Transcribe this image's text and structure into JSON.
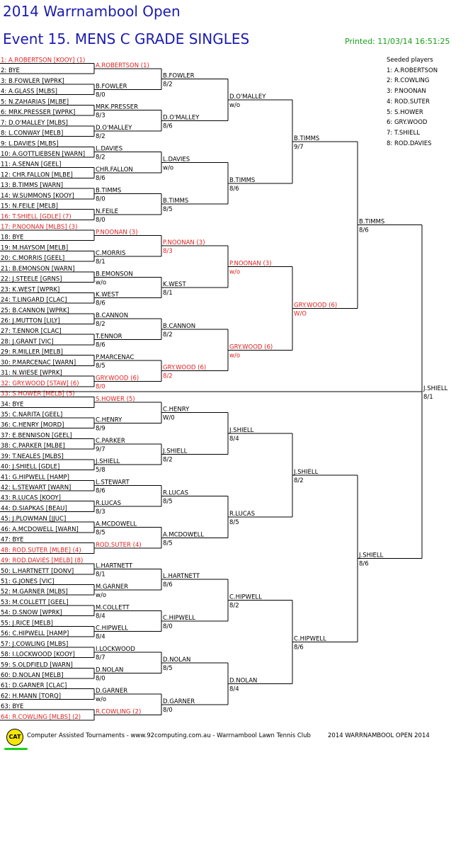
{
  "header": {
    "title": "2014 Warrnambool Open",
    "event": "Event 15. MENS C GRADE SINGLES",
    "printed": "Printed: 11/03/14 16:51:25"
  },
  "colors": {
    "title": "#1b1bb0",
    "seeded": "#e02020",
    "printed": "#18a018",
    "normal": "#000000"
  },
  "draw": [
    {
      "t": "1: A.ROBERTSON [KOOY] (1)",
      "s": 1
    },
    {
      "t": "2: BYE"
    },
    {
      "t": "3: B.FOWLER [WPRK]"
    },
    {
      "t": "4: A.GLASS [MLBS]"
    },
    {
      "t": "5: N.ZAHARIAS [MLBE]"
    },
    {
      "t": "6: MRK.PRESSER [WPRK]"
    },
    {
      "t": "7: D.O'MALLEY [MLBS]"
    },
    {
      "t": "8: L.CONWAY [MELB]"
    },
    {
      "t": "9: L.DAVIES [MLBS]"
    },
    {
      "t": "10: A.GOTTLIEBSEN [WARN]"
    },
    {
      "t": "11: A.SENAN [GEEL]"
    },
    {
      "t": "12: CHR.FALLON [MLBE]"
    },
    {
      "t": "13: B.TIMMS [WARN]"
    },
    {
      "t": "14: W.SUMMONS [KOOY]"
    },
    {
      "t": "15: N.FEILE [MELB]"
    },
    {
      "t": "16: T.SHIELL [GDLE] (7)",
      "s": 1
    },
    {
      "t": "17: P.NOONAN [MLBS] (3)",
      "s": 1
    },
    {
      "t": "18: BYE"
    },
    {
      "t": "19: M.HAYSOM [MELB]"
    },
    {
      "t": "20: C.MORRIS [GEEL]"
    },
    {
      "t": "21: B.EMONSON [WARN]"
    },
    {
      "t": "22: J.STEELE [GRNS]"
    },
    {
      "t": "23: K.WEST [WPRK]"
    },
    {
      "t": "24: T.LINGARD [CLAC]"
    },
    {
      "t": "25: B.CANNON [WPRK]"
    },
    {
      "t": "26: J.MUTTON [LILY]"
    },
    {
      "t": "27: T.ENNOR [CLAC]"
    },
    {
      "t": "28: J.GRANT [VIC]"
    },
    {
      "t": "29: R.MILLER [MELB]"
    },
    {
      "t": "30: P.MARCENAC [WARN]"
    },
    {
      "t": "31: N.WIESE [WPRK]"
    },
    {
      "t": "32: GRY.WOOD [STAW] (6)",
      "s": 1
    },
    {
      "t": "33: S.HOWER [MELB] (5)",
      "s": 1
    },
    {
      "t": "34: BYE"
    },
    {
      "t": "35: C.NARITA [GEEL]"
    },
    {
      "t": "36: C.HENRY [MORD]"
    },
    {
      "t": "37: E.BENNISON [GEEL]"
    },
    {
      "t": "38: C.PARKER [MLBE]"
    },
    {
      "t": "39: T.NEALES [MLBS]"
    },
    {
      "t": "40: J.SHIELL [GDLE]"
    },
    {
      "t": "41: G.HIPWELL [HAMP]"
    },
    {
      "t": "42: L.STEWART [WARN]"
    },
    {
      "t": "43: R.LUCAS [KOOY]"
    },
    {
      "t": "44: D.SIAPKAS [BEAU]"
    },
    {
      "t": "45: J.PLOWMAN [JJUC]"
    },
    {
      "t": "46: A.MCDOWELL [WARN]"
    },
    {
      "t": "47: BYE"
    },
    {
      "t": "48: ROD.SUTER [MLBE] (4)",
      "s": 1
    },
    {
      "t": "49: ROD.DAVIES [MELB] (8)",
      "s": 1
    },
    {
      "t": "50: L.HARTNETT [DONV]"
    },
    {
      "t": "51: G.JONES [VIC]"
    },
    {
      "t": "52: M.GARNER [MLBS]"
    },
    {
      "t": "53: M.COLLETT [GEEL]"
    },
    {
      "t": "54: D.SNOW [WPRK]"
    },
    {
      "t": "55: J.RICE [MELB]"
    },
    {
      "t": "56: C.HIPWELL [HAMP]"
    },
    {
      "t": "57: J.COWLING [MLBS]"
    },
    {
      "t": "58: I.LOCKWOOD [KOOY]"
    },
    {
      "t": "59: S.OLDFIELD [WARN]"
    },
    {
      "t": "60: D.NOLAN [MELB]"
    },
    {
      "t": "61: D.GARNER [CLAC]"
    },
    {
      "t": "62: H.MANN [TORQ]"
    },
    {
      "t": "63: BYE"
    },
    {
      "t": "64: R.COWLING [MLBS] (2)",
      "s": 1
    }
  ],
  "rounds": [
    [
      {
        "w": "A.ROBERTSON (1)",
        "sc": "",
        "s": 1
      },
      {
        "w": "B.FOWLER",
        "sc": "8/0"
      },
      {
        "w": "MRK.PRESSER",
        "sc": "8/3"
      },
      {
        "w": "D.O'MALLEY",
        "sc": "8/2"
      },
      {
        "w": "L.DAVIES",
        "sc": "8/2"
      },
      {
        "w": "CHR.FALLON",
        "sc": "8/6"
      },
      {
        "w": "B.TIMMS",
        "sc": "8/0"
      },
      {
        "w": "N.FEILE",
        "sc": "8/0"
      },
      {
        "w": "P.NOONAN (3)",
        "sc": "",
        "s": 1
      },
      {
        "w": "C.MORRIS",
        "sc": "8/1"
      },
      {
        "w": "B.EMONSON",
        "sc": "w/o"
      },
      {
        "w": "K.WEST",
        "sc": "8/6"
      },
      {
        "w": "B.CANNON",
        "sc": "8/2"
      },
      {
        "w": "T.ENNOR",
        "sc": "8/6"
      },
      {
        "w": "P.MARCENAC",
        "sc": "8/5"
      },
      {
        "w": "GRY.WOOD (6)",
        "sc": "8/0",
        "s": 1
      },
      {
        "w": "S.HOWER (5)",
        "sc": "",
        "s": 1
      },
      {
        "w": "C.HENRY",
        "sc": "8/9"
      },
      {
        "w": "C.PARKER",
        "sc": "9/7"
      },
      {
        "w": "J.SHIELL",
        "sc": "5/8"
      },
      {
        "w": "L.STEWART",
        "sc": "8/6"
      },
      {
        "w": "R.LUCAS",
        "sc": "8/3"
      },
      {
        "w": "A.MCDOWELL",
        "sc": "8/5"
      },
      {
        "w": "ROD.SUTER (4)",
        "sc": "",
        "s": 1
      },
      {
        "w": "L.HARTNETT",
        "sc": "8/1"
      },
      {
        "w": "M.GARNER",
        "sc": "w/o"
      },
      {
        "w": "M.COLLETT",
        "sc": "8/4"
      },
      {
        "w": "C.HIPWELL",
        "sc": "8/4"
      },
      {
        "w": "I.LOCKWOOD",
        "sc": "8/7"
      },
      {
        "w": "D.NOLAN",
        "sc": "8/0"
      },
      {
        "w": "D.GARNER",
        "sc": "w/o"
      },
      {
        "w": "R.COWLING (2)",
        "sc": "",
        "s": 1
      }
    ],
    [
      {
        "w": "B.FOWLER",
        "sc": "8/2"
      },
      {
        "w": "D.O'MALLEY",
        "sc": "8/6"
      },
      {
        "w": "L.DAVIES",
        "sc": "w/o"
      },
      {
        "w": "B.TIMMS",
        "sc": "8/5"
      },
      {
        "w": "P.NOONAN (3)",
        "sc": "8/3",
        "s": 1
      },
      {
        "w": "K.WEST",
        "sc": "8/1"
      },
      {
        "w": "B.CANNON",
        "sc": "8/2"
      },
      {
        "w": "GRY.WOOD (6)",
        "sc": "8/2",
        "s": 1
      },
      {
        "w": "C.HENRY",
        "sc": "W/0"
      },
      {
        "w": "J.SHIELL",
        "sc": "8/2"
      },
      {
        "w": "R.LUCAS",
        "sc": "8/5"
      },
      {
        "w": "A.MCDOWELL",
        "sc": "8/5"
      },
      {
        "w": "L.HARTNETT",
        "sc": "8/6"
      },
      {
        "w": "C.HIPWELL",
        "sc": "8/0"
      },
      {
        "w": "D.NOLAN",
        "sc": "8/5"
      },
      {
        "w": "D.GARNER",
        "sc": "8/0"
      }
    ],
    [
      {
        "w": "D.O'MALLEY",
        "sc": "w/o"
      },
      {
        "w": "B.TIMMS",
        "sc": "8/6"
      },
      {
        "w": "P.NOONAN (3)",
        "sc": "w/o",
        "s": 1
      },
      {
        "w": "GRY.WOOD (6)",
        "sc": "w/o",
        "s": 1
      },
      {
        "w": "J.SHIELL",
        "sc": "8/4"
      },
      {
        "w": "R.LUCAS",
        "sc": "8/5"
      },
      {
        "w": "C.HIPWELL",
        "sc": "8/2"
      },
      {
        "w": "D.NOLAN",
        "sc": "8/4"
      }
    ],
    [
      {
        "w": "B.TIMMS",
        "sc": "9/7"
      },
      {
        "w": "GRY.WOOD (6)",
        "sc": "W/O",
        "s": 1
      },
      {
        "w": "J.SHIELL",
        "sc": "8/2"
      },
      {
        "w": "C.HIPWELL",
        "sc": "8/6"
      }
    ],
    [
      {
        "w": "B.TIMMS",
        "sc": "8/6"
      },
      {
        "w": "J.SHIELL",
        "sc": "8/6"
      }
    ],
    [
      {
        "w": "J.SHIELL",
        "sc": "8/1"
      }
    ]
  ],
  "seeded": {
    "heading": "Seeded players",
    "list": [
      "1: A.ROBERTSON",
      "2: R.COWLING",
      "3: P.NOONAN",
      "4: ROD.SUTER",
      "5: S.HOWER",
      "6: GRY.WOOD",
      "7: T.SHIELL",
      "8: ROD.DAVIES"
    ]
  },
  "footer": {
    "logo": "CAT",
    "left": "Computer Assisted Tournaments - www.92computing.com.au -  Warrnambool Lawn Tennis Club",
    "right": "2014 WARRNAMBOOL OPEN 2014"
  }
}
